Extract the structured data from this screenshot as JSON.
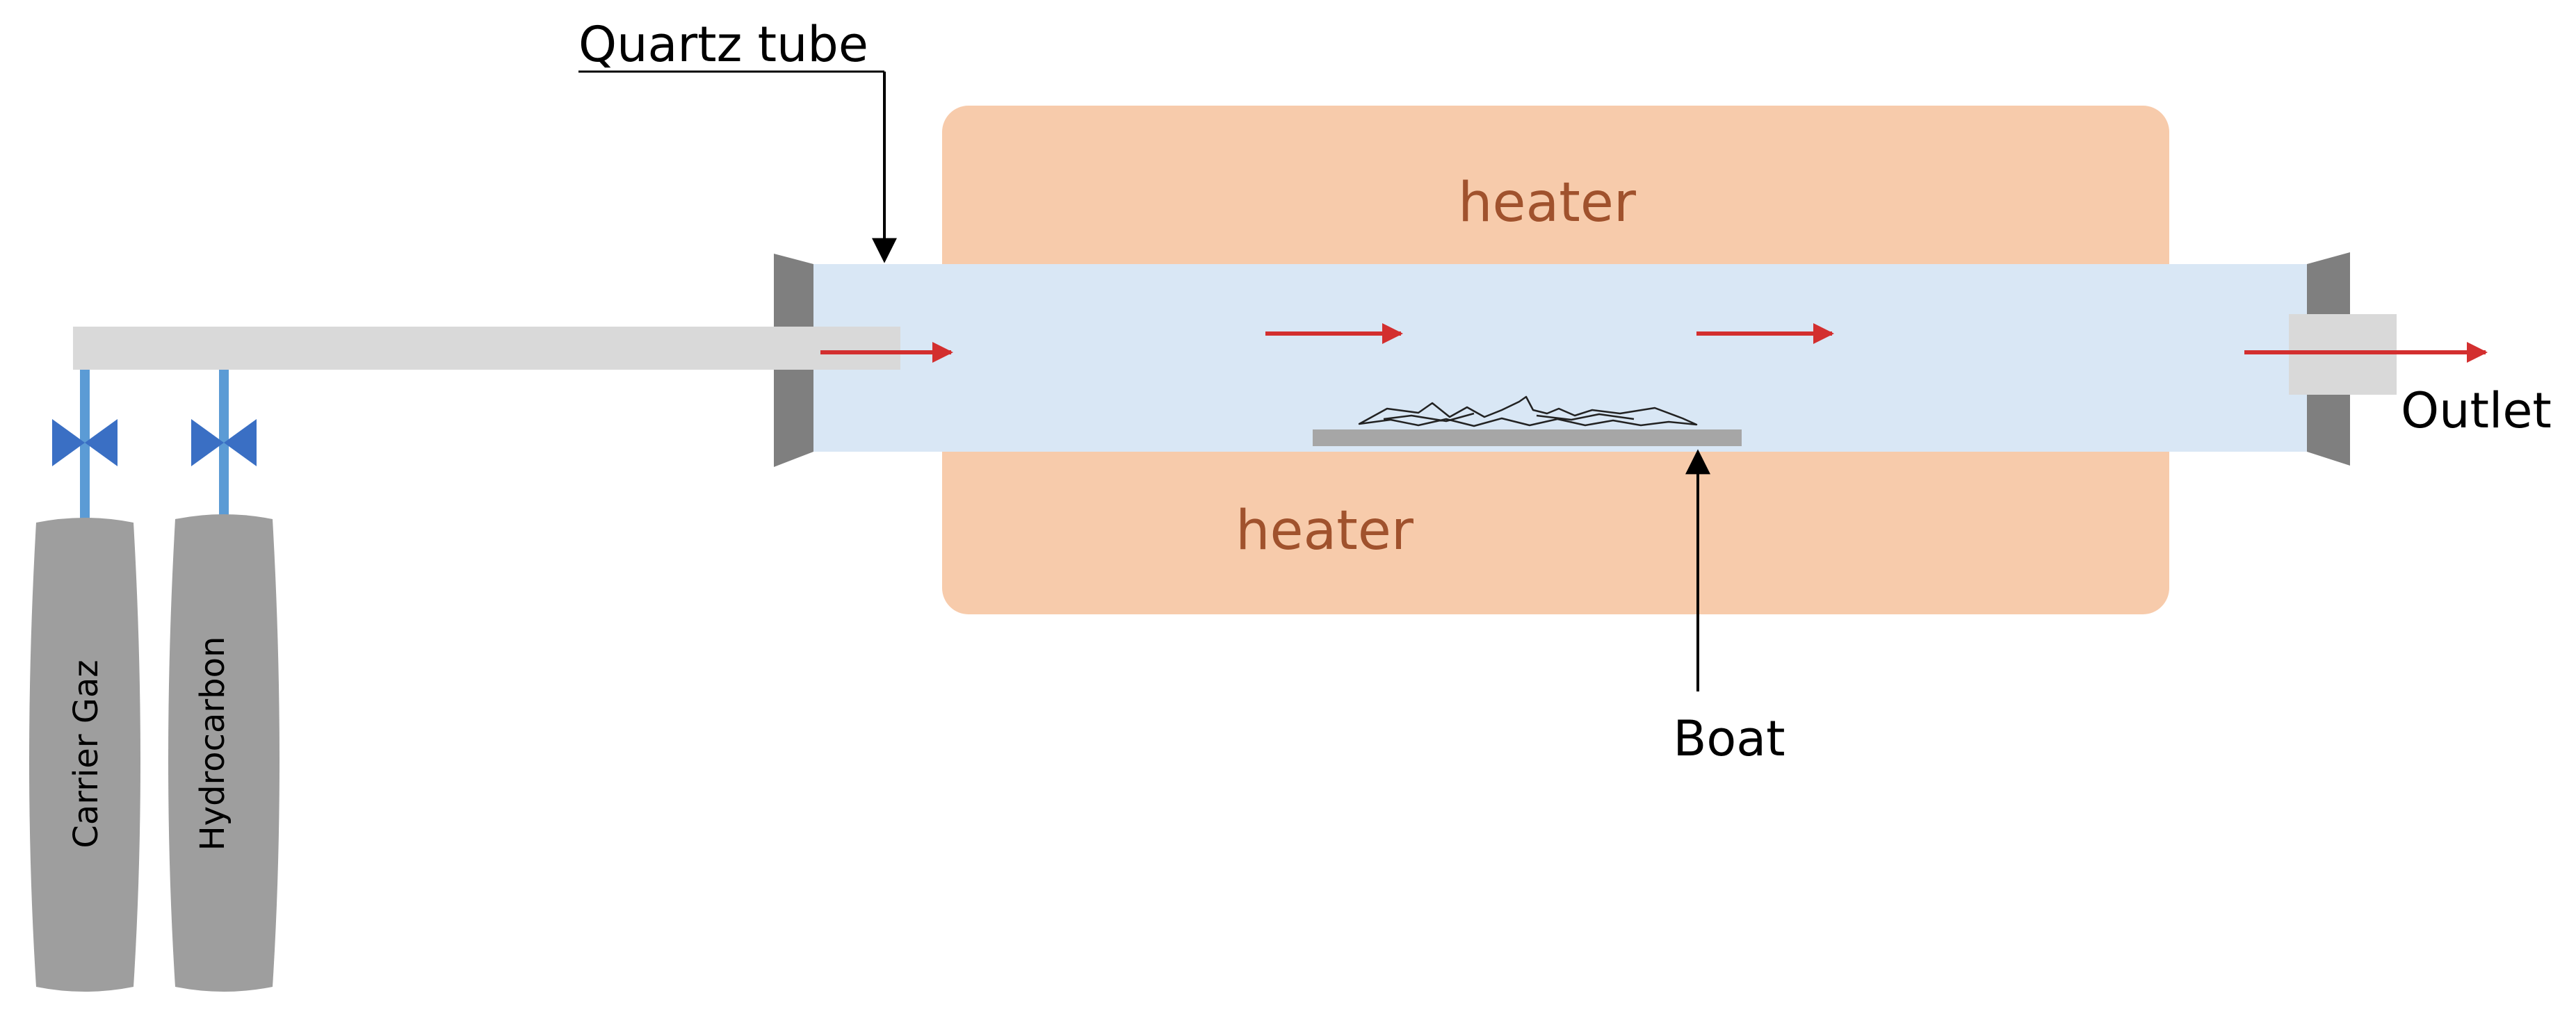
{
  "labels": {
    "quartz_tube": "Quartz tube",
    "heater_top": "heater",
    "heater_bottom": "heater",
    "outlet": "Outlet",
    "boat": "Boat",
    "carrier_gas": "Carrier Gaz",
    "hydrocarbon": "Hydrocarbon"
  },
  "colors": {
    "heater_fill": "#f7cbab",
    "heater_text": "#a0522d",
    "tube_fill": "#d9e7f5",
    "flange": "#7f7f7f",
    "pipe": "#d9d9d9",
    "flow_arrow": "#d32f2f",
    "valve": "#3a6fc4",
    "gas_line": "#5b9bd5",
    "cylinder": "#9e9e9e",
    "boat": "#a6a6a6",
    "callout_arrow": "#000000"
  },
  "icons": {
    "valve": "valve-icon",
    "flow": "arrow-right-icon",
    "cylinder": "gas-cylinder-icon"
  }
}
